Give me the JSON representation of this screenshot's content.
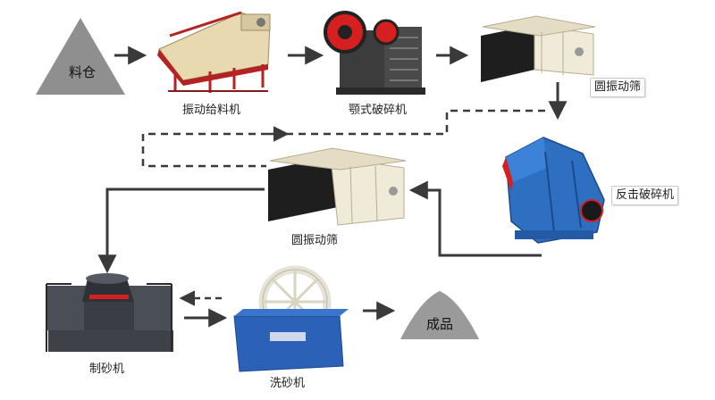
{
  "nodes": {
    "silo": {
      "label": "料仓"
    },
    "vibrating_feeder": {
      "label": "振动给料机"
    },
    "jaw_crusher": {
      "label": "颚式破碎机"
    },
    "vibrating_screen_top": {
      "label": "圆振动筛"
    },
    "impact_crusher": {
      "label": "反击破碎机"
    },
    "vibrating_screen_mid": {
      "label": "圆振动筛"
    },
    "sand_maker": {
      "label": "制砂机"
    },
    "sand_washer": {
      "label": "洗砂机"
    },
    "product": {
      "label": "成品"
    }
  },
  "colors": {
    "pile": "#8f8f8f",
    "arrow": "#3a3a3a",
    "feeder": "#e8d9b0",
    "feeder_red": "#b52222",
    "jaw_body": "#3c3c3c",
    "jaw_red": "#d61f1f",
    "screen_panel": "#f0ead8",
    "screen_mesh": "#1e1e1e",
    "impact_blue": "#2f6fc2",
    "washer_blue": "#2b62b8",
    "washer_wheel": "#e6e2d6",
    "sandmaker_body": "#4a4e55"
  }
}
